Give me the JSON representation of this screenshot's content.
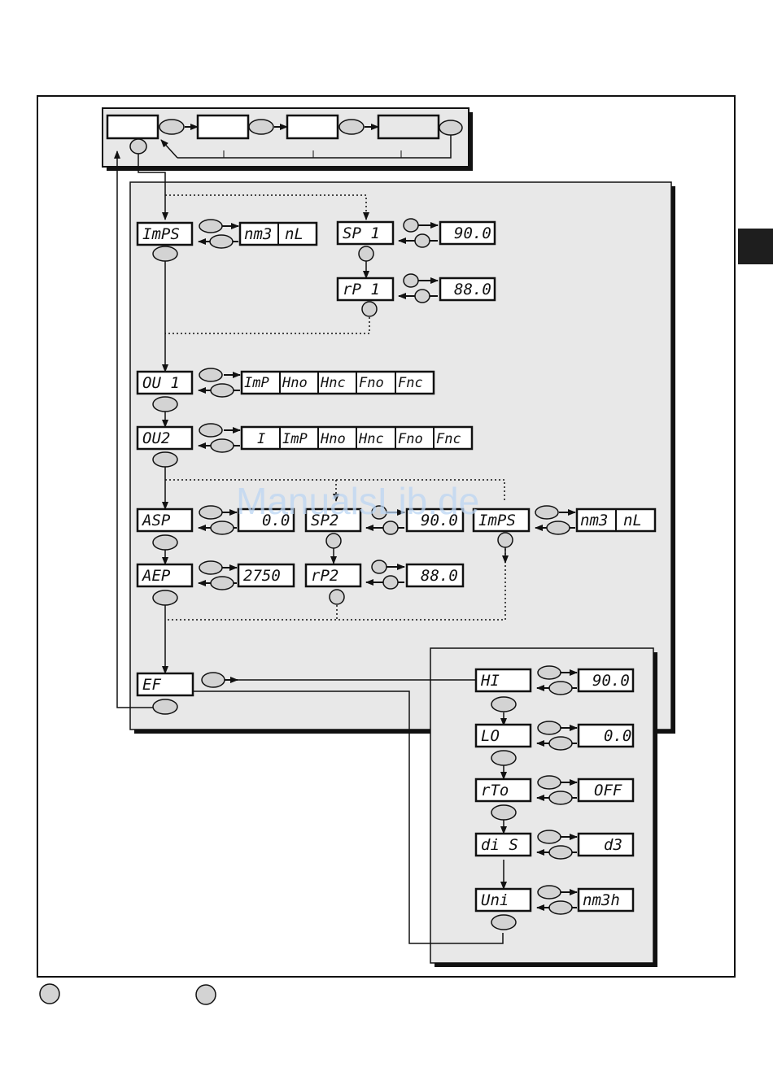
{
  "watermark": "ManualsLib.de",
  "colors": {
    "panel": "#e8e8e8",
    "ink": "#111111",
    "button": "#d3d3d3",
    "tab": "#1e1e1e",
    "watermark": "#bcd6f3"
  },
  "top_bar": {
    "boxes": [
      "",
      "",
      "",
      ""
    ]
  },
  "menu": {
    "imps": {
      "label": "ImPS",
      "options": [
        "nm3",
        "nL"
      ]
    },
    "sp1": {
      "label": "SP 1",
      "value": "90.0"
    },
    "rp1": {
      "label": "rP 1",
      "value": "88.0"
    },
    "ou1": {
      "label": "OU 1",
      "options": [
        "ImP",
        "Hno",
        "Hnc",
        "Fno",
        "Fnc"
      ]
    },
    "ou2": {
      "label": "OU2",
      "options": [
        "I",
        "ImP",
        "Hno",
        "Hnc",
        "Fno",
        "Fnc"
      ]
    },
    "asp": {
      "label": "ASP",
      "value": "0.0"
    },
    "sp2": {
      "label": "SP2",
      "value": "90.0"
    },
    "imps2": {
      "label": "ImPS",
      "options": [
        "nm3",
        "nL"
      ]
    },
    "aep": {
      "label": "AEP",
      "value": "2750"
    },
    "rp2": {
      "label": "rP2",
      "value": "88.0"
    },
    "ef": {
      "label": "EF"
    }
  },
  "ext": {
    "hi": {
      "label": "HI",
      "value": "90.0"
    },
    "lo": {
      "label": "LO",
      "value": "0.0"
    },
    "rto": {
      "label": "rTo",
      "value": "OFF"
    },
    "dis": {
      "label": "di S",
      "value": "d3"
    },
    "uni": {
      "label": "Uni",
      "value": "nm3h"
    }
  },
  "legend": {
    "items": [
      "",
      ""
    ]
  }
}
